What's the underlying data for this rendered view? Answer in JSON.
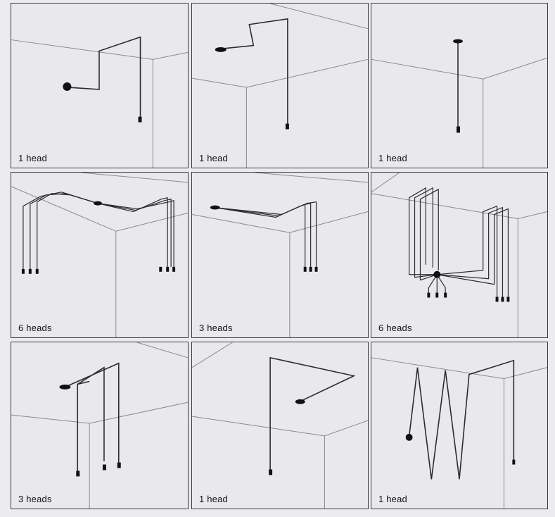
{
  "panels": [
    {
      "caption": "1 head"
    },
    {
      "caption": "1 head"
    },
    {
      "caption": "1 head"
    },
    {
      "caption": "6 heads"
    },
    {
      "caption": "3 heads"
    },
    {
      "caption": "6 heads"
    },
    {
      "caption": "3 heads"
    },
    {
      "caption": "1 head"
    },
    {
      "caption": "1 head"
    }
  ]
}
